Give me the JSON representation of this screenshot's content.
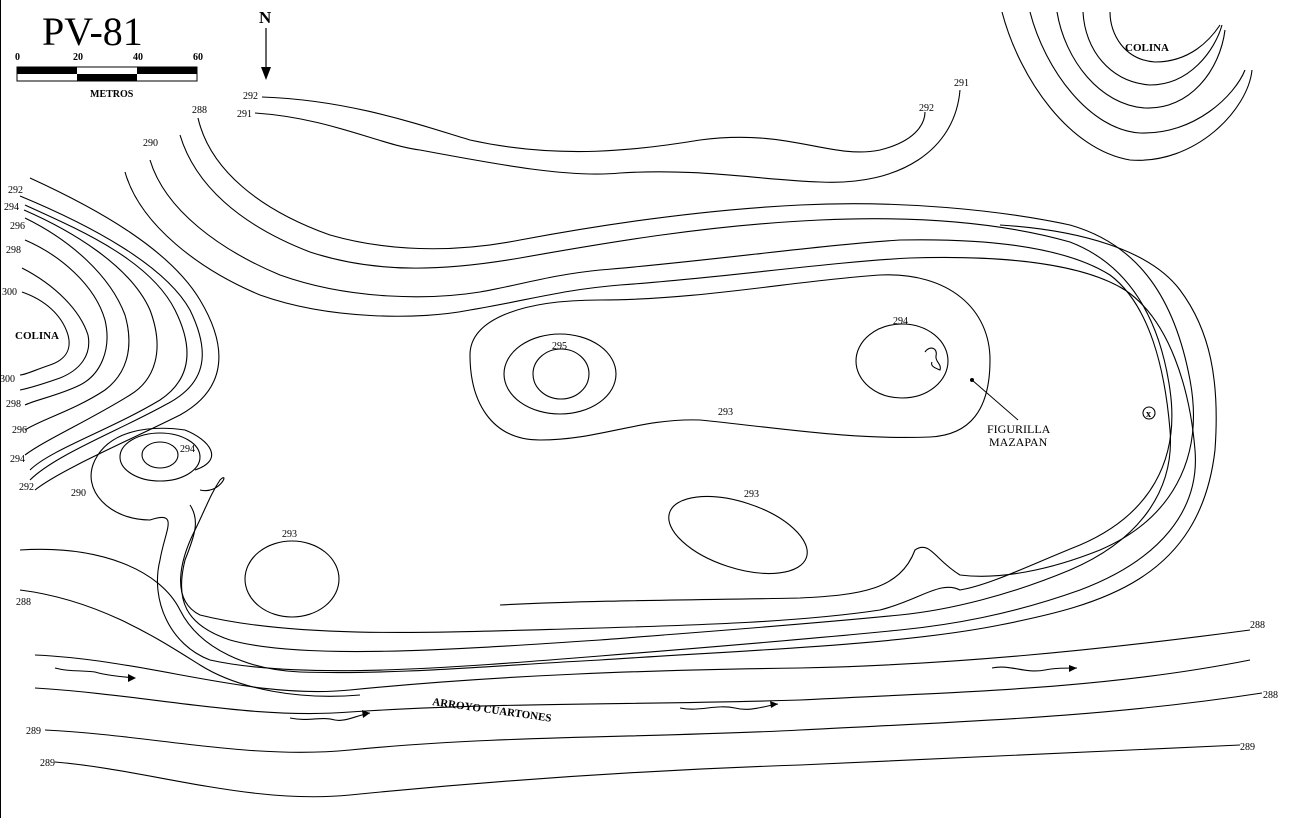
{
  "map": {
    "title": "PV-81",
    "north_label": "N",
    "scale": {
      "ticks": [
        "0",
        "20",
        "40",
        "60"
      ],
      "unit": "METROS"
    },
    "features": {
      "colina_top_right": "COLINA",
      "colina_left": "COLINA",
      "river": "ARROYO CUARTONES",
      "find_line1": "FIGURILLA",
      "find_line2": "MAZAPAN",
      "datum_symbol": "x"
    },
    "contour_labels": {
      "l292a": "292",
      "l291a": "291",
      "l288a": "288",
      "l290a": "290",
      "l292b": "292",
      "l291b": "291",
      "l292c": "292",
      "l294c": "294",
      "l296c": "296",
      "l298c": "298",
      "l300c": "300",
      "l300d": "300",
      "l298d": "298",
      "l296d": "296",
      "l294d": "294",
      "l292d": "292",
      "l290d": "290",
      "l294e": "294",
      "l295": "295",
      "l294f": "294",
      "l293a": "293",
      "l293b": "293",
      "l293c": "293",
      "l288b": "288",
      "l288c": "288",
      "l288d": "288",
      "l289a": "289",
      "l289b": "289",
      "l289c": "289"
    }
  }
}
